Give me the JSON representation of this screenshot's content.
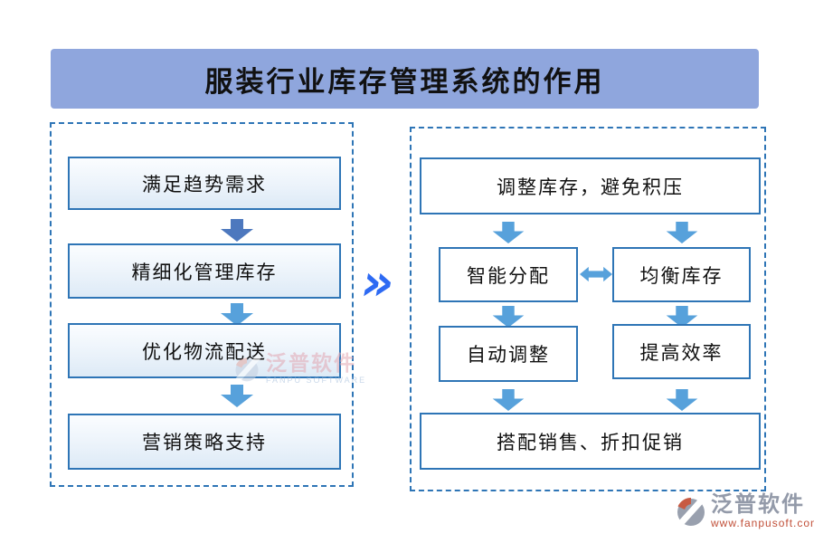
{
  "title": "服装行业库存管理系统的作用",
  "connector_glyph": "»",
  "left_panel": {
    "steps": [
      "满足趋势需求",
      "精细化管理库存",
      "优化物流配送",
      "营销策略支持"
    ]
  },
  "right_panel": {
    "top": "调整库存，避免积压",
    "mid_left": "智能分配",
    "mid_right": "均衡库存",
    "row2_left": "自动调整",
    "row2_right": "提高效率",
    "bottom": "搭配销售、折扣促销"
  },
  "watermark": {
    "name": "泛普软件",
    "subtitle": "FANPU SOFTWARE"
  },
  "brand": {
    "name": "泛普软件",
    "url": "www.fanpusoft.com"
  },
  "colors": {
    "title_bg": "#8fa6dd",
    "box_border": "#2e75b6",
    "arrow_dark": "#4d78be",
    "arrow_light": "#57a1db",
    "chevron_blue": "#2d6af3",
    "brand_red": "#c14f38"
  }
}
